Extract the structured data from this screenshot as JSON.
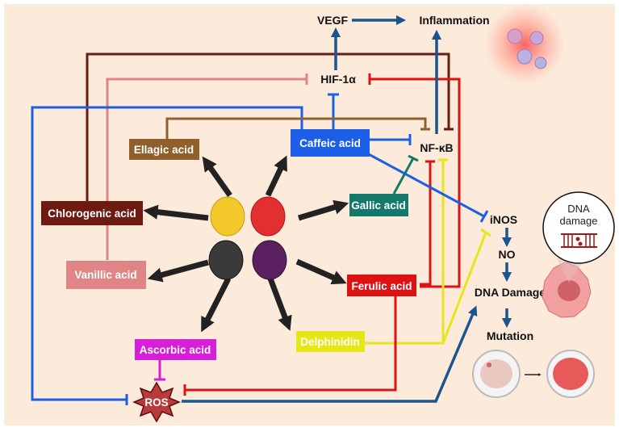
{
  "nodes": {
    "vegf": "VEGF",
    "inflammation": "Inflammation",
    "hif": "HIF-1α",
    "nfkb": "NF-κB",
    "inos": "iNOS",
    "no": "NO",
    "dna_damage": "DNA Damage",
    "mutation": "Mutation",
    "ros": "ROS"
  },
  "compounds": {
    "caffeic": "Caffeic acid",
    "ellagic": "Ellagic acid",
    "chlorogenic": "Chlorogenic acid",
    "vanillic": "Vanillic acid",
    "gallic": "Gallic acid",
    "ferulic": "Ferulic acid",
    "delphinidin": "Delphinidin",
    "ascorbic": "Ascorbic acid"
  },
  "inset": {
    "dna_line1": "DNA",
    "dna_line2": "damage"
  },
  "colors": {
    "background": "#fcebdb",
    "caffeic": "#1a5fe6",
    "ellagic": "#8f5f2c",
    "chlorogenic": "#6e1a10",
    "vanillic": "#e08585",
    "gallic": "#137a6b",
    "ferulic": "#dd1212",
    "delphinidin": "#e6e619",
    "ascorbic": "#d61fd6",
    "pathway": "#1a5590"
  }
}
